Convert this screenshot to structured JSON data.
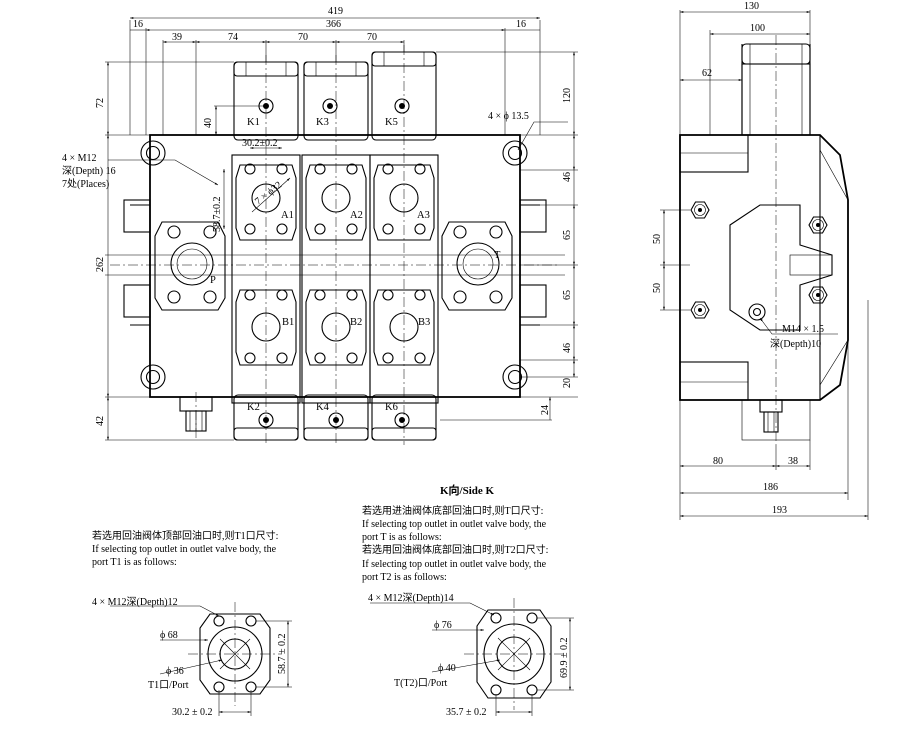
{
  "dimensions": {
    "front_top": {
      "total": "419",
      "inner": "366",
      "left_margin": "16",
      "right_margin": "16",
      "seg_39": "39",
      "seg_74": "74",
      "seg_70a": "70",
      "seg_70b": "70"
    },
    "front_left": {
      "top_72": "72",
      "h_40": "40",
      "h_262": "262",
      "bottom_42": "42"
    },
    "front_right": {
      "h_120": "120",
      "h_46a": "46",
      "h_65a": "65",
      "h_65b": "65",
      "h_46b": "46",
      "h_20": "20",
      "h_24": "24"
    },
    "front_inner": {
      "w_30_2": "30.2±0.2",
      "h_58_7": "58.7±0.2",
      "bore": "7 × ϕ32"
    },
    "side_top": {
      "w_130": "130",
      "w_100": "100",
      "w_62": "62"
    },
    "side_left": {
      "h_50a": "50",
      "h_50b": "50"
    },
    "side_bottom": {
      "w_80": "80",
      "w_38": "38",
      "w_186": "186",
      "w_193": "193"
    }
  },
  "callouts": {
    "holes_135": "4 × ϕ 13.5",
    "m12_line1": "4 × M12",
    "m12_line2": "深(Depth) 16",
    "m12_line3": "7处(Places)",
    "m14_line1": "M14 × 1.5",
    "m14_line2": "深(Depth)10"
  },
  "ports": {
    "k1": "K1",
    "k2": "K2",
    "k3": "K3",
    "k4": "K4",
    "k5": "K5",
    "k6": "K6",
    "a1": "A1",
    "a2": "A2",
    "a3": "A3",
    "b1": "B1",
    "b2": "B2",
    "b3": "B3",
    "p": "P",
    "t": "T"
  },
  "side_label": "K向/Side K",
  "note_left": {
    "cn": "若选用回油阀体顶部回油口时,则T1口尺寸:",
    "en1": "If selecting top outlet in outlet valve body, the",
    "en2": "port T1 is as follows:"
  },
  "note_right": {
    "cn1": "若选用进油阀体底部回油口时,则T口尺寸:",
    "en1a": "If selecting top outlet in outlet valve body, the",
    "en1b": "port T is as follows:",
    "cn2": "若选用回油阀体底部回油口时,则T2口尺寸:",
    "en2a": "If selecting top outlet in outlet valve body, the",
    "en2b": "port T2 is as follows:"
  },
  "flange_left": {
    "thread": "4 × M12深(Depth)12",
    "outer": "ϕ 68",
    "inner": "ϕ 36",
    "port": "T1口/Port",
    "height": "58.7 ± 0.2",
    "width": "30.2 ± 0.2"
  },
  "flange_right": {
    "thread": "4 × M12深(Depth)14",
    "outer": "ϕ 76",
    "inner": "ϕ 40",
    "port": "T(T2)口/Port",
    "height": "69.9 ± 0.2",
    "width": "35.7 ± 0.2"
  }
}
